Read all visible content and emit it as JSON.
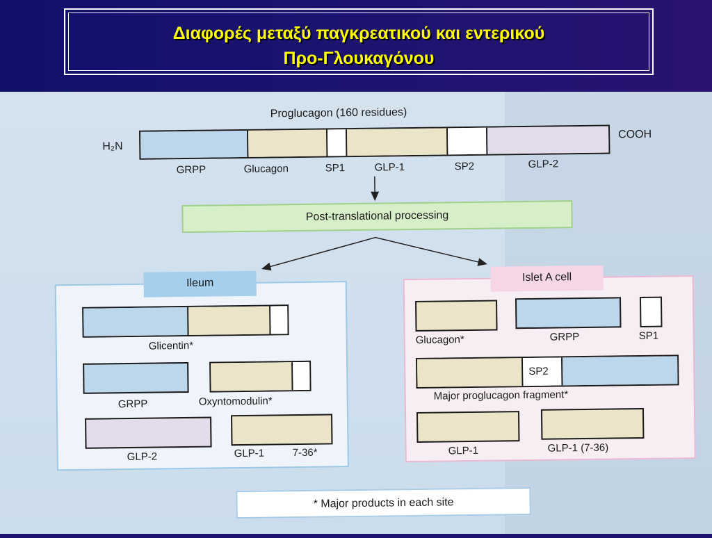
{
  "title": {
    "line1": "Διαφορές μεταξύ παγκρεατικού και εντερικού",
    "line2": "Προ-Γλουκαγόνου"
  },
  "proglucagon": {
    "caption": "Proglucagon (160 residues)",
    "n_terminus": "H₂N",
    "c_terminus": "COOH",
    "segments": [
      "GRPP",
      "Glucagon",
      "SP1",
      "GLP-1",
      "SP2",
      "GLP-2"
    ]
  },
  "processing": {
    "label": "Post-translational processing"
  },
  "ileum": {
    "label": "Ileum",
    "products": [
      "Glicentin*",
      "GRPP",
      "Oxyntomodulin*",
      "GLP-2",
      "GLP-1",
      "7-36*"
    ]
  },
  "islet": {
    "label": "Islet A cell",
    "products": [
      "Glucagon*",
      "GRPP",
      "SP1",
      "SP2",
      "Major proglucagon fragment*",
      "GLP-1",
      "GLP-1 (7-36)"
    ]
  },
  "footnote": "* Major products in each site",
  "colors": {
    "grpp": "#bcd6ec",
    "glucagon": "#ece4c8",
    "spacer": "#ffffff",
    "glp2": "#e3dcea",
    "title_text": "#ffff00",
    "header_bg": "#1c1470"
  }
}
